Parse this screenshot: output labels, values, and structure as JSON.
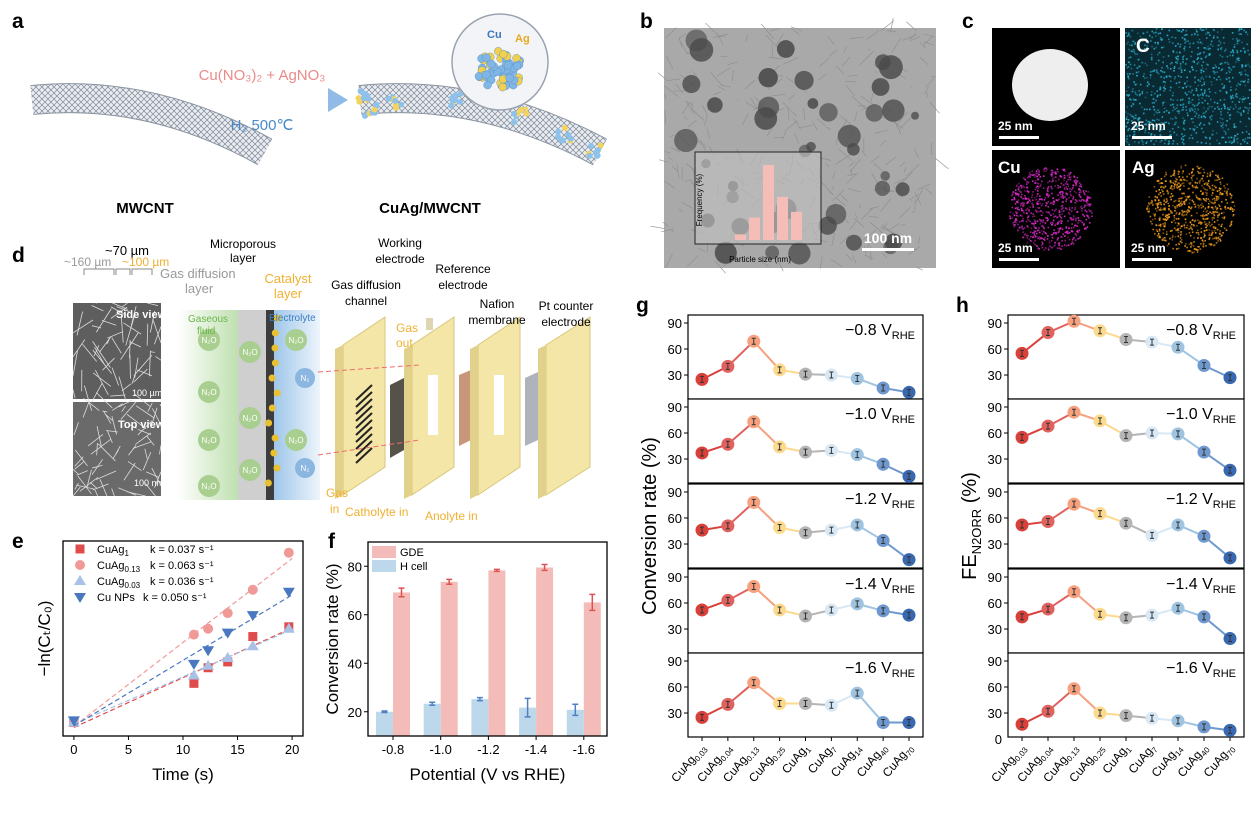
{
  "panel_labels": {
    "a": "a",
    "b": "b",
    "c": "c",
    "d": "d",
    "e": "e",
    "f": "f",
    "g": "g",
    "h": "h"
  },
  "a": {
    "reagents": "Cu(NO₃)₂ + AgNO₃",
    "conditions": "H₂ 500℃",
    "left_label": "MWCNT",
    "right_label": "CuAg/MWCNT",
    "inset_cu": "Cu",
    "inset_ag": "Ag"
  },
  "b": {
    "scale": "100 nm",
    "inset_ylabel": "Frequency (%)",
    "inset_xlabel": "Particle size (nm)",
    "inset_values": [
      3,
      12,
      40,
      23,
      15
    ]
  },
  "c": {
    "maps": [
      {
        "label": "",
        "scale": "25 nm"
      },
      {
        "label": "C",
        "scale": "25 nm"
      },
      {
        "label": "Cu",
        "scale": "25 nm"
      },
      {
        "label": "Ag",
        "scale": "25 nm"
      }
    ]
  },
  "d": {
    "dim_70": "~70 µm",
    "dim_160": "~160 µm",
    "dim_100": "~100 µm",
    "gdl": [
      "Gas diffusion",
      "layer"
    ],
    "mpl": [
      "Microporous",
      "layer"
    ],
    "cl": [
      "Catalyst",
      "layer"
    ],
    "gaseous": [
      "Gaseous",
      "fluid"
    ],
    "electrolyte": "Electrolyte",
    "side_view": "Side view",
    "top_view": "Top view",
    "scale_um": "100 µm",
    "scale_nm": "100 nm",
    "n2o": "N₂O",
    "n2": "N₂",
    "working": [
      "Working",
      "electrode"
    ],
    "channel": [
      "Gas diffusion",
      "channel"
    ],
    "reference": [
      "Reference",
      "electrode"
    ],
    "nafion": [
      "Nafion",
      "membrane"
    ],
    "pt": [
      "Pt counter",
      "electrode"
    ],
    "gas_out": [
      "Gas",
      "out"
    ],
    "gas_in": [
      "Gas",
      "in"
    ],
    "catholyte": "Catholyte in",
    "anolyte": "Anolyte in"
  },
  "colors": {
    "gde": "#f4bcb8",
    "hcell": "#bcd8ea",
    "gde_err": "#e05252",
    "hcell_err": "#4f7fc4",
    "series9": [
      "#d9403a",
      "#e0625f",
      "#f6a07e",
      "#fcd98c",
      "#b5b5b5",
      "#d8e8f4",
      "#9fc4e2",
      "#6f98cf",
      "#3a68b0"
    ]
  },
  "chart_data": [
    {
      "panel": "e",
      "type": "scatter",
      "xlabel": "Time (s)",
      "ylabel": "−ln(Cₜ/C₀)",
      "xlim": [
        -1,
        21
      ],
      "ylim": [
        0,
        1
      ],
      "xticks": [
        0,
        5,
        10,
        15,
        20
      ],
      "x": [
        0,
        11,
        12.3,
        14.1,
        16.4,
        19.7
      ],
      "series": [
        {
          "name": "CuAg",
          "sub": "1",
          "k": "k = 0.037 s⁻¹",
          "marker": "square",
          "color": "#e04b4b",
          "values": [
            0.07,
            0.27,
            0.35,
            0.38,
            0.51,
            0.56
          ]
        },
        {
          "name": "CuAg",
          "sub": "0.13",
          "k": "k = 0.063 s⁻¹",
          "marker": "circle",
          "color": "#f09a98",
          "values": [
            0.07,
            0.52,
            0.55,
            0.63,
            0.75,
            0.94
          ]
        },
        {
          "name": "CuAg",
          "sub": "0.03",
          "k": "k = 0.036 s⁻¹",
          "marker": "triangle-up",
          "color": "#a9c1e6",
          "values": [
            0.07,
            0.31,
            0.36,
            0.4,
            0.46,
            0.55
          ]
        },
        {
          "name": "Cu NPs",
          "sub": "",
          "k": "k = 0.050 s⁻¹",
          "marker": "triangle-down",
          "color": "#4a78c0",
          "values": [
            0.08,
            0.37,
            0.44,
            0.53,
            0.62,
            0.74
          ]
        }
      ],
      "legend": "top-left"
    },
    {
      "panel": "f",
      "type": "bar",
      "xlabel": "Potential (V vs RHE)",
      "ylabel": "Conversion rate (%)",
      "categories": [
        "-0.8",
        "-1.0",
        "-1.2",
        "-1.4",
        "-1.6"
      ],
      "ylim": [
        10,
        90
      ],
      "yticks": [
        20,
        40,
        60,
        80
      ],
      "series": [
        {
          "name": "GDE",
          "values": [
            69.2,
            73.6,
            78.3,
            79.5,
            65.1
          ],
          "errors": [
            1.8,
            1.0,
            0.4,
            1.2,
            3.3
          ]
        },
        {
          "name": "H cell",
          "values": [
            20.0,
            23.3,
            25.2,
            21.7,
            20.8
          ],
          "errors": [
            0.3,
            0.6,
            0.6,
            3.8,
            2.3
          ]
        }
      ],
      "legend": "top-left"
    },
    {
      "panel": "g",
      "type": "line",
      "ylabel": "Conversion rate (%)",
      "categories": [
        {
          "base": "CuAg",
          "sub": "0.03"
        },
        {
          "base": "CuAg",
          "sub": "0.04"
        },
        {
          "base": "CuAg",
          "sub": "0.13"
        },
        {
          "base": "CuAg",
          "sub": "0.25"
        },
        {
          "base": "CuAg",
          "sub": "1"
        },
        {
          "base": "CuAg",
          "sub": "7"
        },
        {
          "base": "CuAg",
          "sub": "14"
        },
        {
          "base": "CuAg",
          "sub": "40"
        },
        {
          "base": "CuAg",
          "sub": "70"
        }
      ],
      "yticks": [
        30,
        60,
        90
      ],
      "panels": [
        {
          "potential": "−0.8 V",
          "sub": "RHE",
          "values": [
            25,
            40,
            69,
            36,
            31,
            30,
            26,
            15,
            10
          ]
        },
        {
          "potential": "−1.0 V",
          "sub": "RHE",
          "values": [
            37,
            47,
            73,
            44,
            38,
            40,
            35,
            24,
            10
          ]
        },
        {
          "potential": "−1.2 V",
          "sub": "RHE",
          "values": [
            46,
            51,
            78,
            49,
            43,
            46,
            52,
            34,
            12
          ]
        },
        {
          "potential": "−1.4 V",
          "sub": "RHE",
          "values": [
            52,
            63,
            79,
            52,
            45,
            52,
            59,
            51,
            46
          ]
        },
        {
          "potential": "−1.6 V",
          "sub": "RHE",
          "values": [
            25,
            40,
            65,
            41,
            41,
            39,
            53,
            19,
            19
          ]
        }
      ]
    },
    {
      "panel": "h",
      "type": "line",
      "ylabel": "FE",
      "ylabel_sub": "N2ORR",
      "ylabel_unit": " (%)",
      "categories": [
        {
          "base": "CuAg",
          "sub": "0.03"
        },
        {
          "base": "CuAg",
          "sub": "0.04"
        },
        {
          "base": "CuAg",
          "sub": "0.13"
        },
        {
          "base": "CuAg",
          "sub": "0.25"
        },
        {
          "base": "CuAg",
          "sub": "1"
        },
        {
          "base": "CuAg",
          "sub": "7"
        },
        {
          "base": "CuAg",
          "sub": "14"
        },
        {
          "base": "CuAg",
          "sub": "40"
        },
        {
          "base": "CuAg",
          "sub": "70"
        }
      ],
      "yticks": [
        30,
        60,
        90
      ],
      "bottom_tick": "0",
      "panels": [
        {
          "potential": "−0.8 V",
          "sub": "RHE",
          "values": [
            55,
            79,
            92,
            81,
            71,
            68,
            62,
            41,
            27
          ]
        },
        {
          "potential": "−1.0 V",
          "sub": "RHE",
          "values": [
            55,
            68,
            84,
            74,
            57,
            60,
            59,
            38,
            17
          ]
        },
        {
          "potential": "−1.2 V",
          "sub": "RHE",
          "values": [
            52,
            56,
            76,
            65,
            54,
            40,
            52,
            39,
            14
          ]
        },
        {
          "potential": "−1.4 V",
          "sub": "RHE",
          "values": [
            44,
            53,
            73,
            47,
            43,
            46,
            54,
            44,
            19
          ]
        },
        {
          "potential": "−1.6 V",
          "sub": "RHE",
          "values": [
            17,
            32,
            58,
            30,
            27,
            24,
            21,
            14,
            10
          ]
        }
      ]
    }
  ]
}
